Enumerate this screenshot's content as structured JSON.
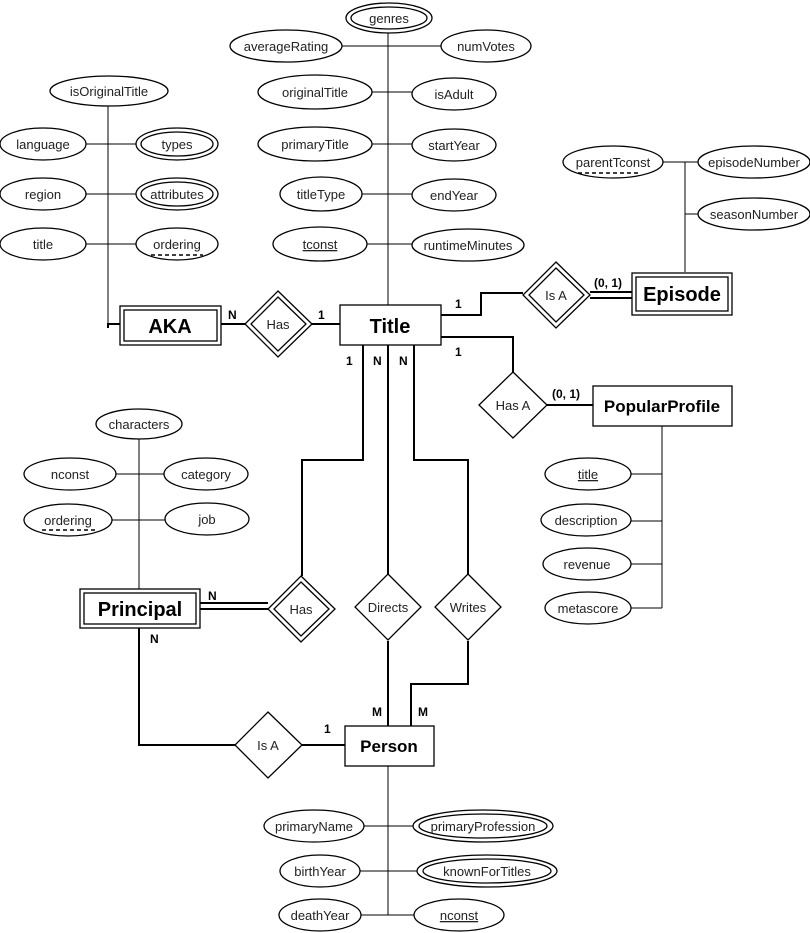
{
  "entities": {
    "title": "Title",
    "aka": "AKA",
    "episode": "Episode",
    "popular_profile": "PopularProfile",
    "principal": "Principal",
    "person": "Person"
  },
  "relationships": {
    "aka_has": "Has",
    "episode_is_a": "Is A",
    "popular_has_a": "Has A",
    "principal_has": "Has",
    "directs": "Directs",
    "writes": "Writes",
    "principal_is_a": "Is A"
  },
  "attributes": {
    "title": {
      "genres": "genres",
      "averageRating": "averageRating",
      "numVotes": "numVotes",
      "originalTitle": "originalTitle",
      "isAdult": "isAdult",
      "primaryTitle": "primaryTitle",
      "startYear": "startYear",
      "titleType": "titleType",
      "endYear": "endYear",
      "tconst": "tconst",
      "runtimeMinutes": "runtimeMinutes"
    },
    "aka": {
      "isOriginalTitle": "isOriginalTitle",
      "language": "language",
      "types": "types",
      "region": "region",
      "attributes": "attributes",
      "title": "title",
      "ordering": "ordering"
    },
    "episode": {
      "parentTconst": "parentTconst",
      "episodeNumber": "episodeNumber",
      "seasonNumber": "seasonNumber"
    },
    "popular_profile": {
      "title": "title",
      "description": "description",
      "revenue": "revenue",
      "metascore": "metascore"
    },
    "principal": {
      "characters": "characters",
      "nconst": "nconst",
      "category": "category",
      "ordering": "ordering",
      "job": "job"
    },
    "person": {
      "primaryName": "primaryName",
      "primaryProfession": "primaryProfession",
      "birthYear": "birthYear",
      "knownForTitles": "knownForTitles",
      "deathYear": "deathYear",
      "nconst": "nconst"
    }
  },
  "cardinalities": {
    "aka_has_aka": "N",
    "aka_has_title": "1",
    "title_episode": "1",
    "episode_side": "(0, 1)",
    "title_popular": "1",
    "popular_side": "(0, 1)",
    "title_principal_has": "1",
    "title_directs": "N",
    "title_writes": "N",
    "principal_has_side": "N",
    "principal_is_a_side": "N",
    "person_is_a": "1",
    "person_directs": "M",
    "person_writes": "M"
  }
}
